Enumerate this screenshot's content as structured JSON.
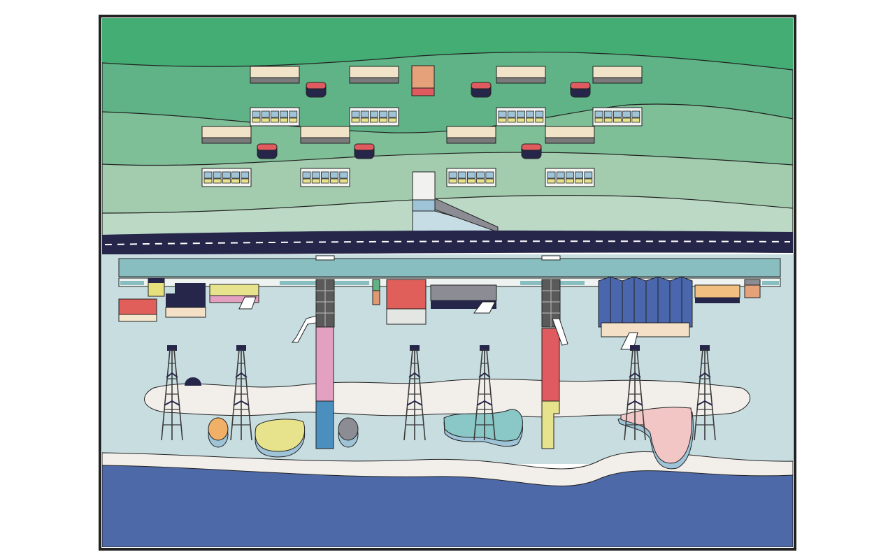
{
  "scene": {
    "kind": "illustration",
    "colors": {
      "background": "#ffffff",
      "border": "#222222",
      "hill_top": "#44ad74",
      "hill_band_2": "#5fb386",
      "hill_band_3": "#7fbf98",
      "hill_band_4": "#a3ccae",
      "hill_band_5": "#bcd9c5",
      "road": "#26264a",
      "road_dash": "#ffffff",
      "shore_ground": "#c8dde0",
      "sand": "#f2efeb",
      "sea": "#4e69a8",
      "promenade": "#88bec0",
      "tower_steel": "#5a5a5a",
      "slide_pink": "#e3a0c0",
      "slide_red": "#e05b5f",
      "slide_blue": "#4b8fbf",
      "slide_yellow": "#e7e38c",
      "hall_blue": "#4a66ad"
    },
    "elements": {
      "hillside": "terraced-hillside",
      "road": "coastal-road",
      "beach": "sandy-beach",
      "sea": "sea",
      "ski_jump": "ski-jump-ramp"
    }
  }
}
